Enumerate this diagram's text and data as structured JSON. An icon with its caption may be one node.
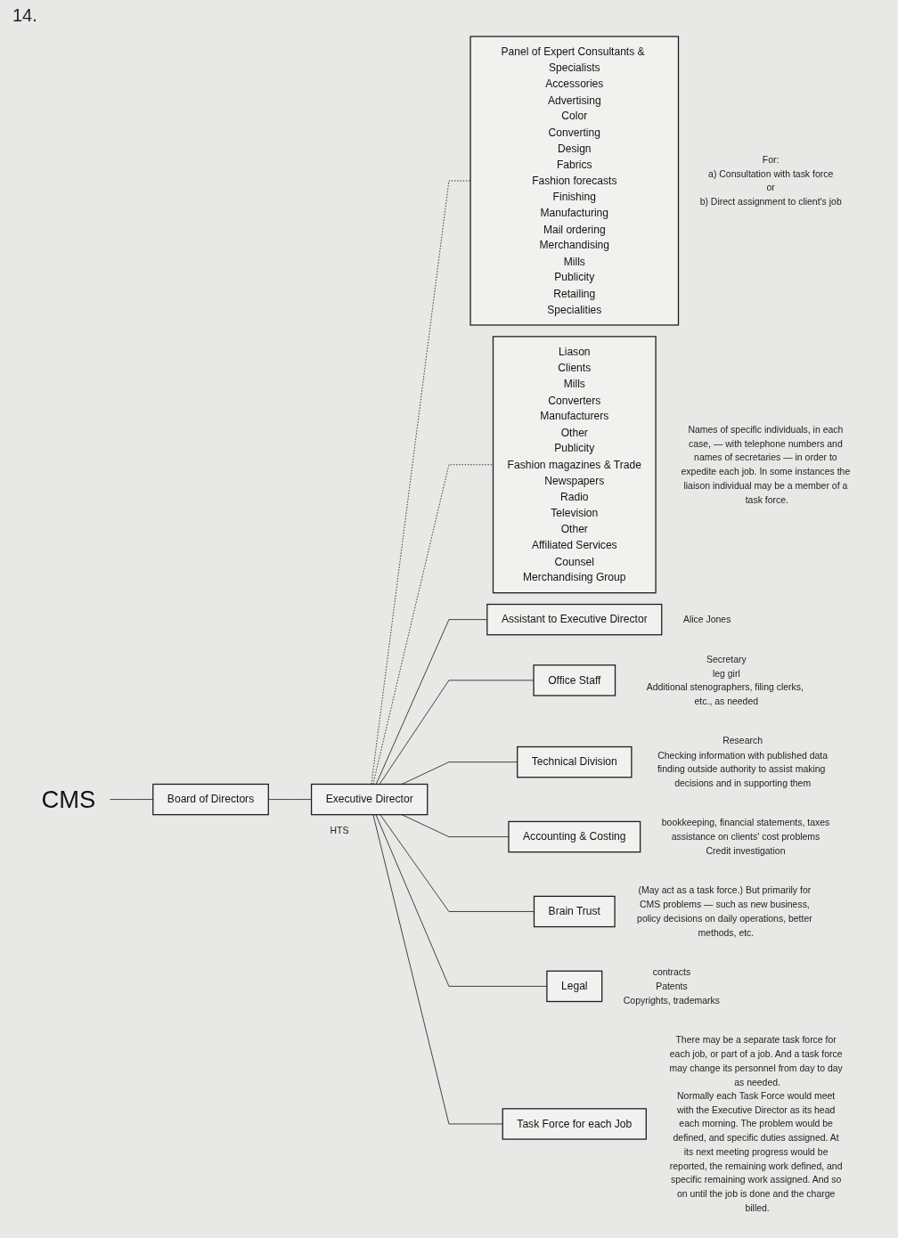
{
  "diagram": {
    "nodes": [
      {
        "text": [
          "CMS"
        ]
      },
      {
        "text": [
          "Board of Directors"
        ]
      },
      {
        "text": [
          "Panel of Expert Consultants & Specialists",
          "Accessories",
          "Advertising",
          "Color",
          "Converting",
          "Design",
          "Fabrics",
          "Fashion forecasts",
          "Finishing",
          "Manufacturing",
          "Mail ordering",
          "Merchandising",
          "Mills",
          "Publicity",
          "Retailing",
          "Specialities"
        ],
        "beside": [
          "For:",
          "a) Consultation with task force",
          "or",
          "b) Direct assignment to client's job"
        ]
      },
      {
        "text": [
          "Executive Director"
        ],
        "beside": [
          "HTS"
        ]
      },
      {
        "text": [
          "Liason",
          "Clients",
          "Mills",
          "Converters",
          "Manufacturers",
          "Other",
          "Publicity",
          "Fashion magazines & Trade",
          "Newspapers",
          "Radio",
          "Television",
          "Other",
          "Affiliated Services",
          "Counsel",
          "Merchandising Group"
        ],
        "beside": [
          "Names of specific individuals, in each case, — with telephone numbers and names of secretaries — in order to expedite each job. In some instances the liaison individual may be a member of a task force."
        ]
      },
      {
        "text": [
          "Assistant to Executive Director"
        ],
        "beside": [
          "Alice Jones"
        ]
      },
      {
        "text": [
          "Office Staff"
        ],
        "beside": [
          "Secretary",
          "leg girl",
          "Additional stenographers, filing clerks, etc., as needed"
        ]
      },
      {
        "text": [
          "Technical Division"
        ],
        "beside": [
          "Research",
          "Checking information with published data",
          "finding outside authority to assist making decisions and in supporting them"
        ]
      },
      {
        "text": [
          "Accounting & Costing"
        ],
        "beside": [
          "bookkeeping, financial statements, taxes",
          "assistance on clients' cost problems",
          "Credit investigation"
        ]
      },
      {
        "text": [
          "Brain Trust"
        ],
        "beside": [
          "(May act as a task force.) But primarily for CMS problems — such as new business, policy decisions on daily operations, better methods, etc."
        ]
      },
      {
        "text": [
          "Legal"
        ],
        "beside": [
          "contracts",
          "Patents",
          "Copyrights, trademarks"
        ]
      },
      {
        "text": [
          "Task Force for each Job"
        ],
        "beside": [
          "There may be a separate task force for each job, or part of a job. And a task force may change its personnel from day to day as needed.",
          "Normally each Task Force would meet with the Executive Director as its head each morning. The problem would be defined, and specific duties assigned. At its next meeting progress would be reported, the remaining work defined, and specific remaining work assigned. And so on until the job is done and the charge billed."
        ]
      }
    ],
    "edges": [
      {
        "from": 0,
        "to": 1,
        "arrow": "none"
      },
      {
        "from": 1,
        "to": 3,
        "arrow": "none"
      },
      {
        "from": 3,
        "to": 2,
        "arrow": "none",
        "style": "dashed"
      },
      {
        "from": 3,
        "to": 4,
        "arrow": "none",
        "style": "dashed"
      },
      {
        "from": 3,
        "to": 5,
        "arrow": "none"
      },
      {
        "from": 3,
        "to": 6,
        "arrow": "none"
      },
      {
        "from": 3,
        "to": 7,
        "arrow": "none"
      },
      {
        "from": 3,
        "to": 8,
        "arrow": "none"
      },
      {
        "from": 3,
        "to": 9,
        "arrow": "none"
      },
      {
        "from": 3,
        "to": 10,
        "arrow": "none"
      },
      {
        "from": 3,
        "to": 11,
        "arrow": "none"
      }
    ],
    "labels": [
      "14."
    ]
  }
}
